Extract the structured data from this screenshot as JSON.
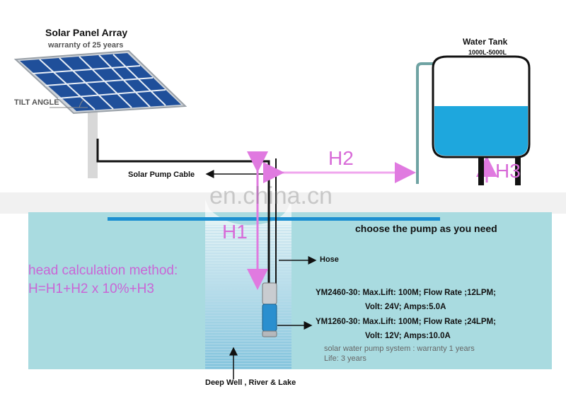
{
  "solar_panel": {
    "title": "Solar Panel Array",
    "subtitle": "warranty of 25 years",
    "tilt_label": "TILT ANGLE"
  },
  "water_tank": {
    "title": "Water Tank",
    "capacity": "1000L-5000L"
  },
  "labels": {
    "cable": "Solar Pump Cable",
    "hose": "Hose",
    "choose": "choose the pump as you need",
    "source": "Deep Well , River & Lake",
    "h1": "H1",
    "h2": "H2",
    "h3": "H3",
    "watermark": "en.china.cn"
  },
  "calculation": {
    "title": "head calculation method:",
    "formula": "H=H1+H2 x 10%+H3"
  },
  "specs": [
    {
      "line1": "YM2460-30: Max.Lift: 100M; Flow Rate ;12LPM;",
      "line2": "Volt: 24V; Amps:5.0A"
    },
    {
      "line1": "YM1260-30: Max.Lift: 100M; Flow Rate ;24LPM;",
      "line2": "Volt: 12V; Amps:10.0A"
    }
  ],
  "system_note": {
    "warranty": "solar water pump system : warranty 1 years",
    "life": "Life: 3 years"
  },
  "colors": {
    "water": "#a9dbe0",
    "water_surface": "#1b8fd1",
    "tank_water": "#1ea7dd",
    "accent_pink": "#e07ae0",
    "panel_blue": "#1f4f9a"
  }
}
